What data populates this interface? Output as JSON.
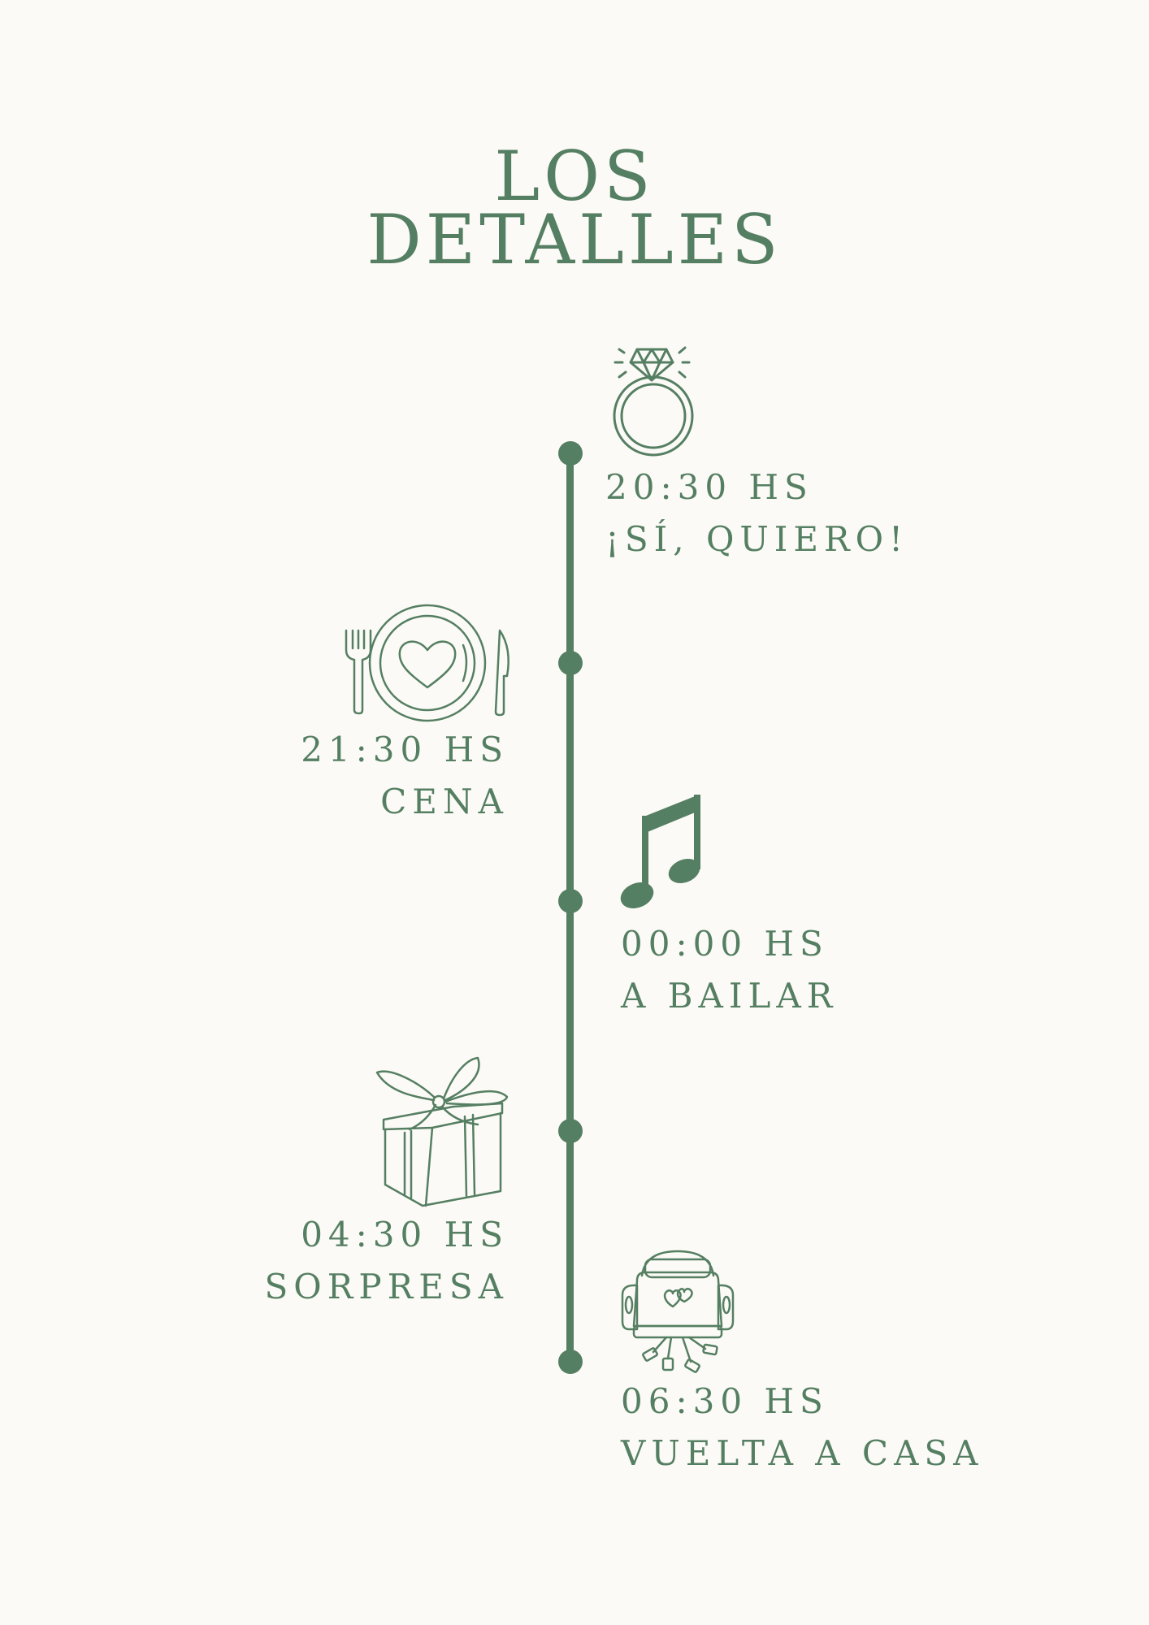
{
  "title": {
    "line1": "LOS",
    "line2": "DETALLES"
  },
  "events": [
    {
      "time": "20:30 HS",
      "label": "¡SÍ, QUIERO!",
      "icon": "ring-icon"
    },
    {
      "time": "21:30 HS",
      "label": "CENA",
      "icon": "plate-cutlery-icon"
    },
    {
      "time": "00:00 HS",
      "label": "A BAILAR",
      "icon": "music-note-icon"
    },
    {
      "time": "04:30 HS",
      "label": "SORPRESA",
      "icon": "gift-icon"
    },
    {
      "time": "06:30 HS",
      "label": "VUELTA A CASA",
      "icon": "wedding-car-icon"
    }
  ],
  "colors": {
    "accent": "#557f62",
    "background": "#fcfaf6"
  }
}
